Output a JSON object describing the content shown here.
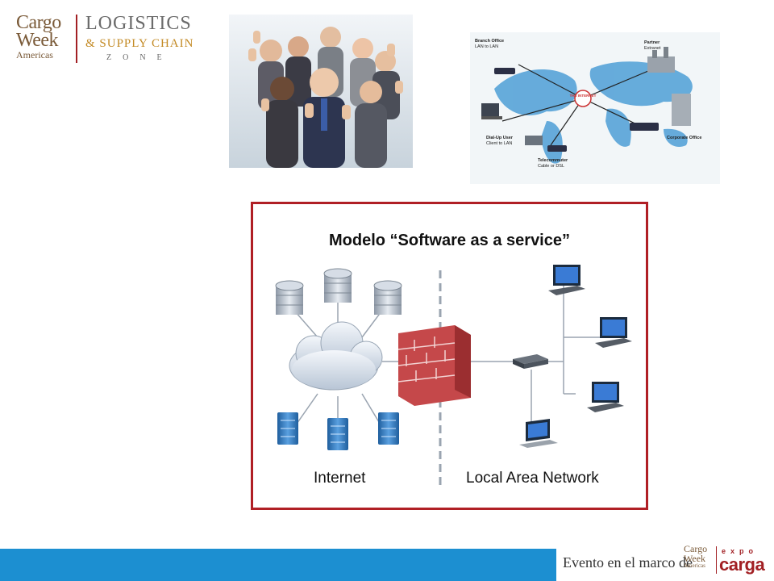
{
  "logo": {
    "cargo": "Cargo",
    "week": "Week",
    "americas": "Americas",
    "logistics": "LOGISTICS",
    "supply_chain": "& SUPPLY CHAIN",
    "zone": "ZONE"
  },
  "images": {
    "people_icon": "thumbs-up-team-photo",
    "map_icon": "network-world-map-photo",
    "map_labels": {
      "branch_office": "Branch Office",
      "branch_sub": "LAN to LAN",
      "partner": "Partner",
      "partner_sub": "Extranet",
      "internet": "THE INTERNET",
      "dialup": "Dial-Up User",
      "dialup_sub": "Client to LAN",
      "telecommuter": "Telecommuter",
      "telecommuter_sub": "Cable or DSL",
      "corporate": "Corporate Office"
    }
  },
  "diagram": {
    "title": "Modelo “Software as a service”",
    "label_left": "Internet",
    "label_right": "Local Area Network",
    "border_color": "#b01f25"
  },
  "footer": {
    "text": "Evento en el marco de",
    "logo_cargo": "Cargo",
    "logo_week": "Week",
    "logo_americas": "Americas",
    "logo_expo": "expo",
    "logo_carga": "carga",
    "bar_color": "#1c8fd1"
  }
}
